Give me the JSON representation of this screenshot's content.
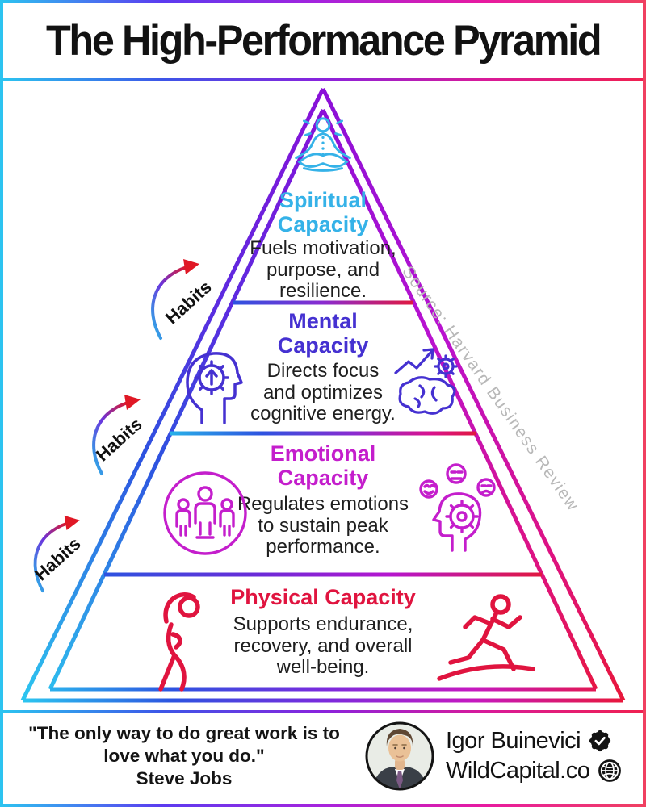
{
  "title": "The High-Performance Pyramid",
  "source_note": "Source: Harvard Business Review",
  "habits": {
    "label": "Habits"
  },
  "levels": [
    {
      "id": "spiritual",
      "heading": "Spiritual\nCapacity",
      "description": "Fuels motivation,\npurpose, and\nresilience.",
      "color": "#35b2e8",
      "icons": [
        "meditation-icon"
      ]
    },
    {
      "id": "mental",
      "heading": "Mental\nCapacity",
      "description": "Directs focus\nand optimizes\ncognitive energy.",
      "color": "#4531d1",
      "icons": [
        "head-gear-arrow-icon",
        "brain-growth-icon"
      ]
    },
    {
      "id": "emotional",
      "heading": "Emotional\nCapacity",
      "description": "Regulates emotions\nto sustain peak\nperformance.",
      "color": "#c41ecc",
      "icons": [
        "people-group-icon",
        "head-emotions-icon"
      ]
    },
    {
      "id": "physical",
      "heading": "Physical Capacity",
      "description": "Supports endurance,\nrecovery, and overall\nwell-being.",
      "color": "#e0143f",
      "icons": [
        "stretching-person-icon",
        "running-person-icon"
      ]
    }
  ],
  "footer": {
    "quote": "\"The only way to do great work is to\nlove what you do.\"",
    "quote_author": "Steve Jobs",
    "author_name": "Igor Buinevici",
    "site": "WildCapital.co",
    "badges": [
      "verified-badge-icon",
      "globe-icon"
    ]
  },
  "colors": {
    "frame_gradient": [
      "#2cc4f0",
      "#5b3bf0",
      "#a722dd",
      "#f04060"
    ],
    "pyramid_apex": "#8a10d8",
    "pyramid_left_bottom": "#2cc6f0",
    "pyramid_right_bottom": "#e8173a",
    "habit_arrow_gradient": [
      "#28b8e8",
      "#6a34dd",
      "#e01825"
    ],
    "title_color": "#121212",
    "body_text": "#1e1e1e",
    "source_text": "#b8b8b8"
  }
}
